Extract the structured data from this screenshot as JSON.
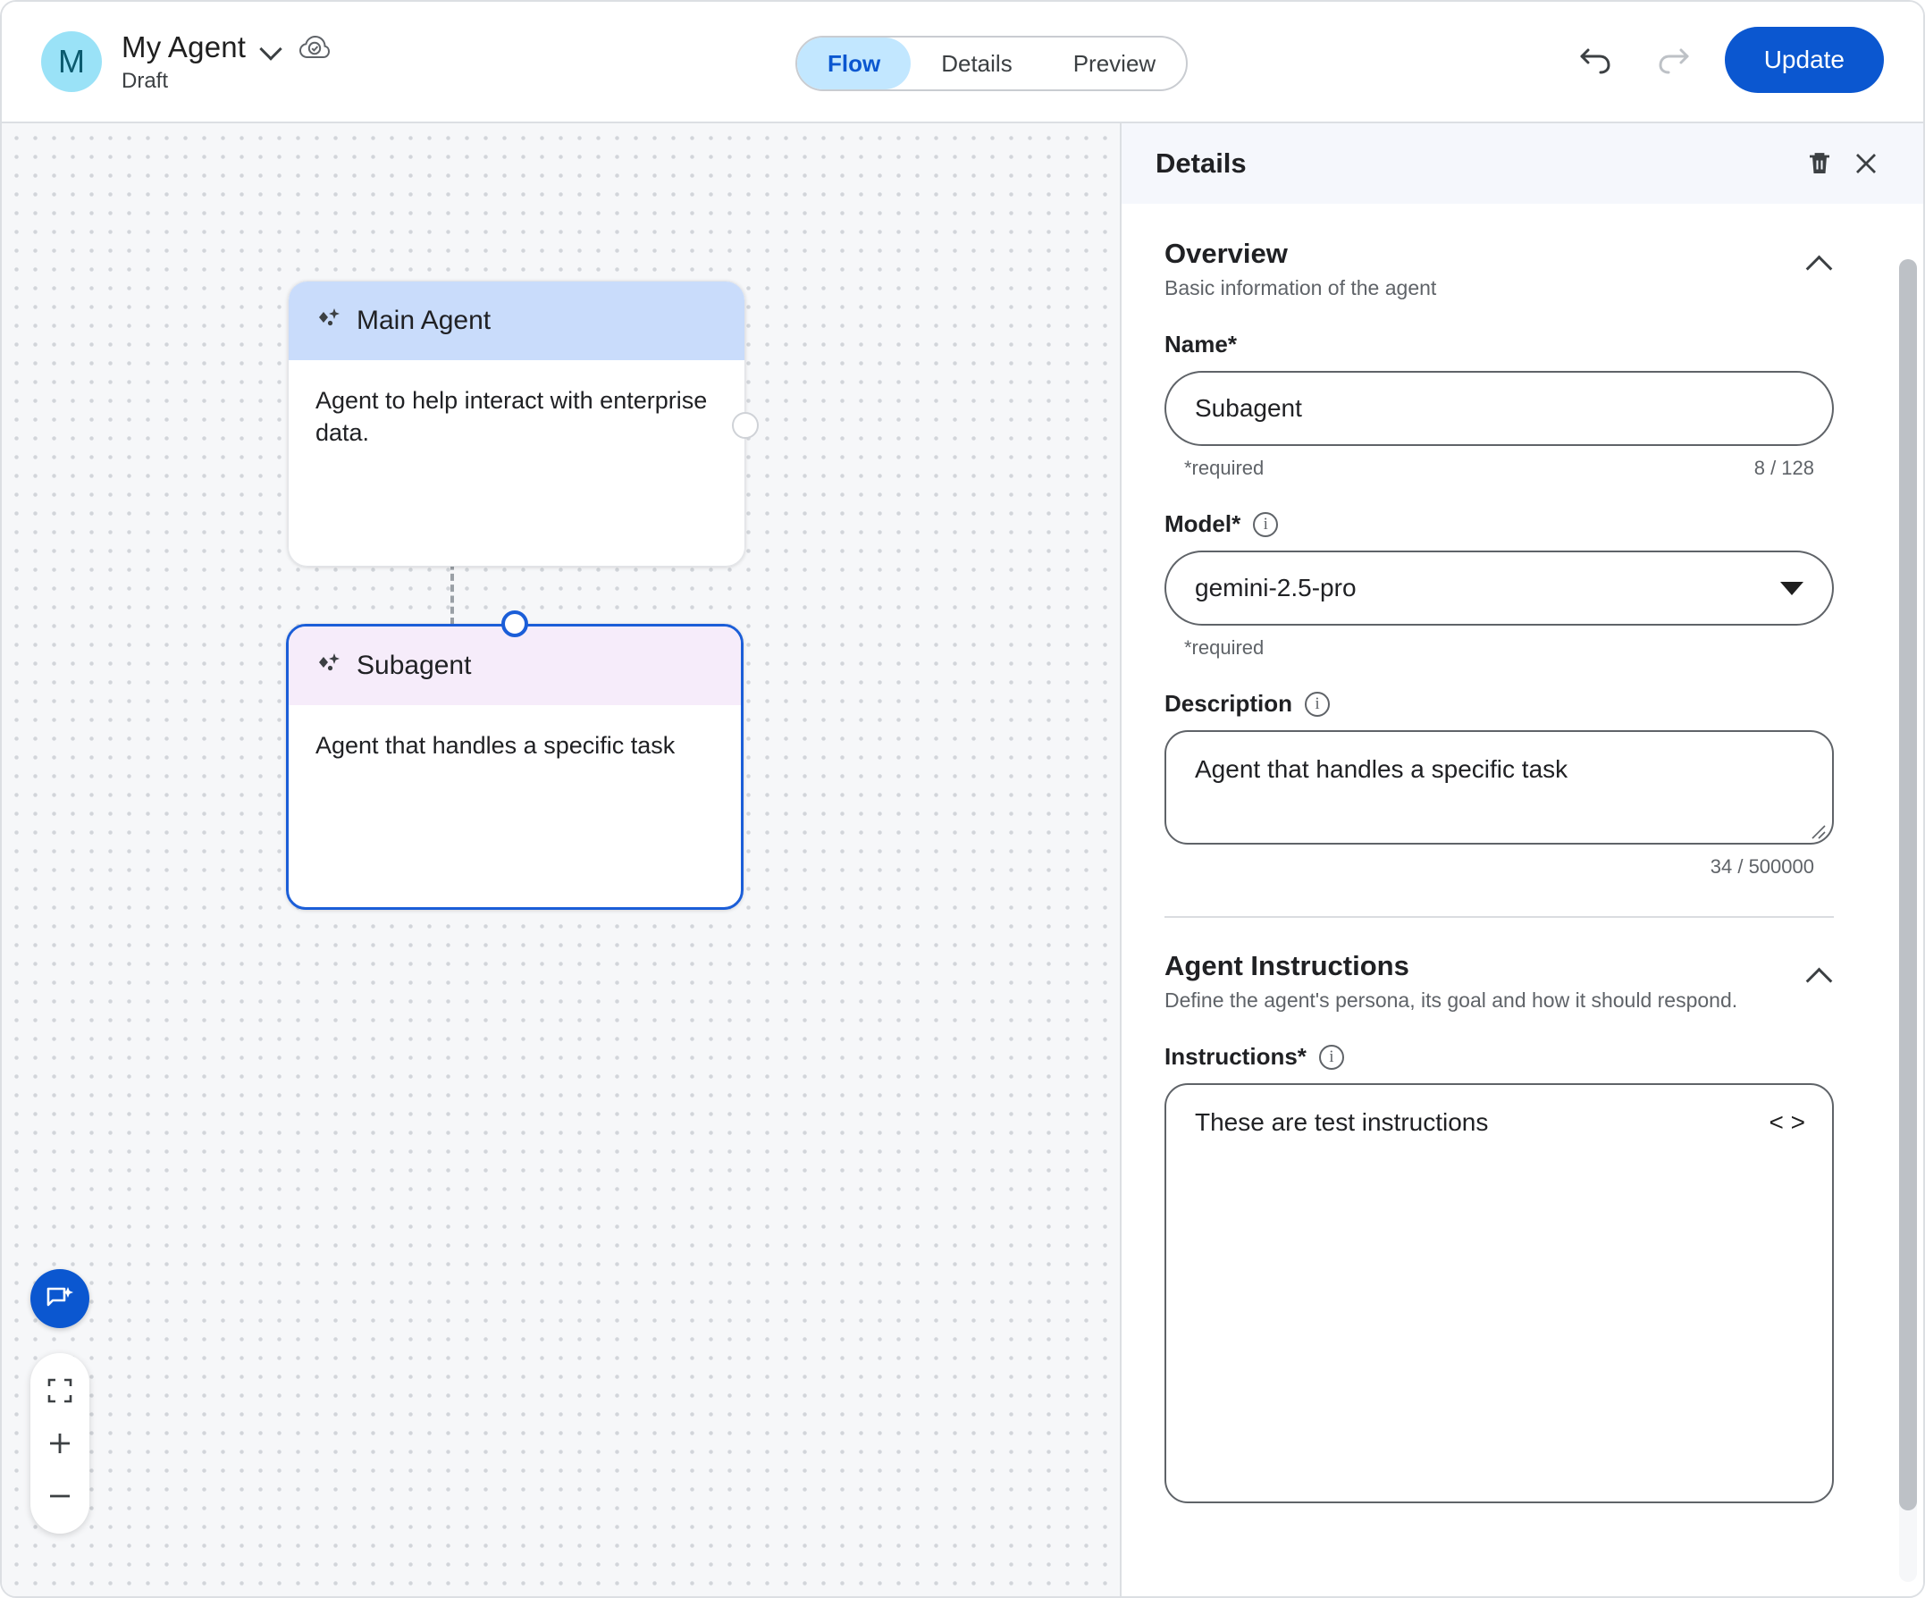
{
  "header": {
    "avatar_letter": "M",
    "title": "My Agent",
    "subtitle": "Draft",
    "title_chevron_icon": "chevron-down-icon",
    "sync_icon": "cloud-check-icon",
    "tabs": [
      {
        "label": "Flow",
        "active": true
      },
      {
        "label": "Details",
        "active": false
      },
      {
        "label": "Preview",
        "active": false
      }
    ],
    "undo_icon": "undo-icon",
    "redo_icon": "redo-icon",
    "update_label": "Update"
  },
  "canvas": {
    "nodes": [
      {
        "title": "Main Agent",
        "description": "Agent to help interact with enterprise data.",
        "icon": "sparkle-icon",
        "selected": false,
        "header_color": "#c9dcfb"
      },
      {
        "title": "Subagent",
        "description": "Agent that handles a specific task",
        "icon": "sparkle-icon",
        "selected": true,
        "header_color": "#f6ecfa"
      }
    ],
    "controls": {
      "assistant_icon": "chat-sparkle-icon",
      "fit_icon": "fit-screen-icon",
      "zoom_in_icon": "plus-icon",
      "zoom_out_icon": "minus-icon"
    }
  },
  "panel": {
    "title": "Details",
    "delete_icon": "trash-icon",
    "close_icon": "close-icon",
    "overview": {
      "title": "Overview",
      "subtitle": "Basic information of the agent",
      "collapse_icon": "chevron-up-icon",
      "name": {
        "label": "Name*",
        "value": "Subagent",
        "required_hint": "*required",
        "counter": "8 / 128"
      },
      "model": {
        "label": "Model*",
        "info_icon": "info-icon",
        "value": "gemini-2.5-pro",
        "required_hint": "*required",
        "dropdown_icon": "caret-down-icon"
      },
      "description": {
        "label": "Description",
        "info_icon": "info-icon",
        "value": "Agent that handles a specific task",
        "counter": "34 / 500000"
      }
    },
    "instructions_section": {
      "title": "Agent Instructions",
      "subtitle": "Define the agent's persona, its goal and how it should respond.",
      "collapse_icon": "chevron-up-icon",
      "instructions": {
        "label": "Instructions*",
        "info_icon": "info-icon",
        "value": "These are test instructions",
        "code_icon": "code-brackets-icon"
      }
    }
  },
  "colors": {
    "accent": "#0b57d0",
    "tab_active_bg": "#c2e7ff",
    "tab_active_text": "#0b57d0",
    "main_node_header": "#c9dcfb",
    "sub_node_header": "#f6ecfa",
    "selected_border": "#1b5ed8",
    "avatar_bg": "#9ae2f7",
    "panel_head_bg": "#f5f7fc",
    "canvas_bg": "#f6f7f9"
  }
}
